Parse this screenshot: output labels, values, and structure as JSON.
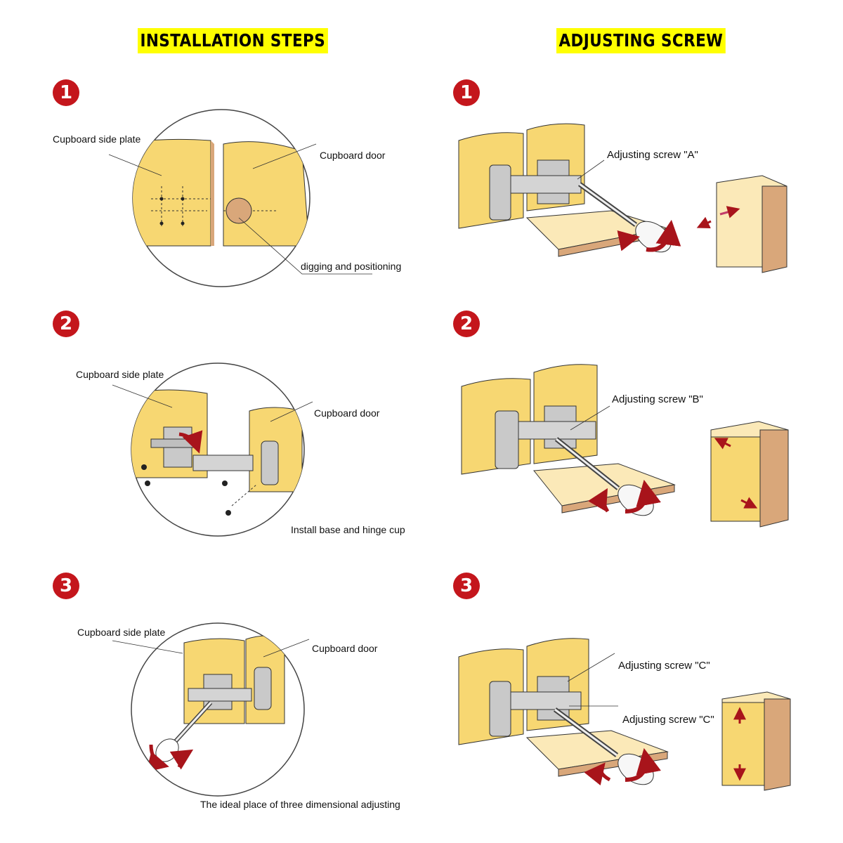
{
  "headings": {
    "left": "INSTALLATION STEPS",
    "right": "ADJUSTING SCREW"
  },
  "installation_steps": [
    {
      "number": "1",
      "labels": {
        "side_plate": "Cupboard side plate",
        "door": "Cupboard door",
        "note": "digging and positioning"
      }
    },
    {
      "number": "2",
      "labels": {
        "side_plate": "Cupboard side plate",
        "door": "Cupboard door",
        "note": "Install base and hinge cup"
      }
    },
    {
      "number": "3",
      "labels": {
        "side_plate": "Cupboard side plate",
        "door": "Cupboard door",
        "note": "The ideal place of three dimensional adjusting"
      }
    }
  ],
  "adjusting_screw": [
    {
      "number": "1",
      "labels": [
        "Adjusting screw \"A\""
      ]
    },
    {
      "number": "2",
      "labels": [
        "Adjusting screw \"B\""
      ]
    },
    {
      "number": "3",
      "labels": [
        "Adjusting screw \"C\"",
        "Adjusting screw \"C\""
      ]
    }
  ],
  "colors": {
    "heading_bg": "#ffff00",
    "badge": "#c4161c",
    "wood": "#f7d772",
    "wood_edge": "#d9a77a",
    "metal": "#bfbfbf",
    "arrow": "#a8141b"
  }
}
